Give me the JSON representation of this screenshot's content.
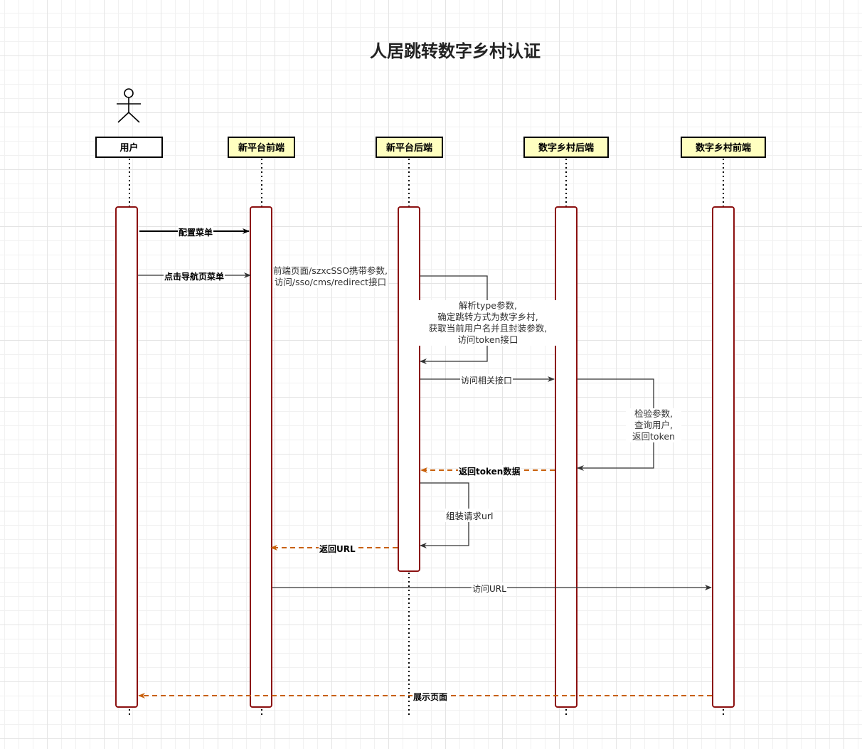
{
  "title": "人居跳转数字乡村认证",
  "participants": [
    "用户",
    "新平台前端",
    "新平台后端",
    "数字乡村后端",
    "数字乡村前端"
  ],
  "messages": {
    "m1": "配置菜单",
    "m2": "点击导航页菜单",
    "m3_line1": "前端页面/szxcSSO携带参数,",
    "m3_line2": "访问/sso/cms/redirect接口",
    "m4_line1": "解析type参数,",
    "m4_line2": "确定跳转方式为数字乡村,",
    "m4_line3": "获取当前用户名并且封装参数,",
    "m4_line4": "访问token接口",
    "m5": "访问相关接口",
    "m6_line1": "检验参数,",
    "m6_line2": "查询用户,",
    "m6_line3": "返回token",
    "m7": "返回token数据",
    "m8": "组装请求url",
    "m9": "返回URL",
    "m10": "访问URL",
    "m11": "展示页面"
  },
  "colors": {
    "participant_fill": "#ffffc0",
    "participant_user_fill": "#ffffff",
    "activation_border": "#8b1010",
    "message_line": "#333333",
    "return_line": "#c8600a"
  },
  "icons": {
    "actor": "stick-figure-icon"
  }
}
